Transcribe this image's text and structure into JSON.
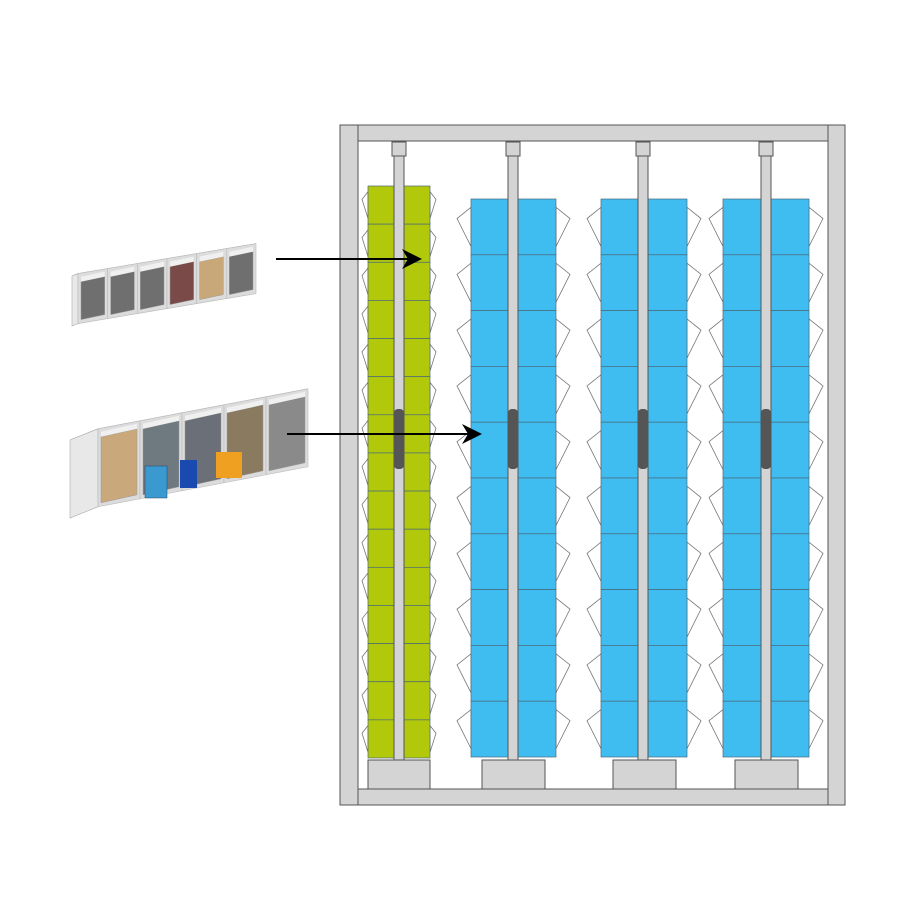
{
  "colors": {
    "frame": "#d4d4d4",
    "frame_stroke": "#555555",
    "green_bins": "#b2c80a",
    "blue_bins": "#40bdf0",
    "bin_line": "#4a6a7a",
    "handle": "#555555",
    "arrow": "#000000"
  },
  "columns": [
    {
      "type": "small-bin",
      "rows": 15
    },
    {
      "type": "large-bin",
      "rows": 10
    },
    {
      "type": "large-bin",
      "rows": 10
    },
    {
      "type": "large-bin",
      "rows": 10
    }
  ],
  "icons": {
    "small_bin_unit": "tilt-bin-6-compartment",
    "large_bin_unit": "tilt-bin-5-compartment",
    "arrow": "arrow-right"
  }
}
